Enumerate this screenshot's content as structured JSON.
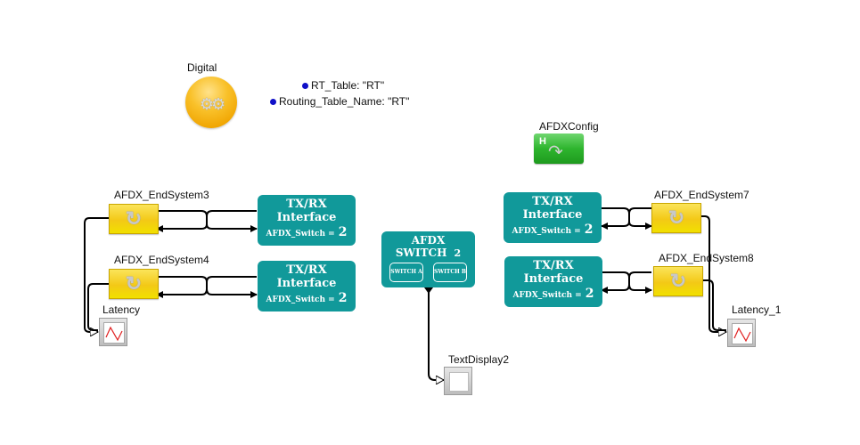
{
  "diagram": {
    "title": "AFDX network model",
    "blocks": {
      "digital": {
        "label": "Digital",
        "icon": "gears-icon"
      },
      "afdx_config": {
        "label": "AFDXConfig",
        "icon": "h-arrow-icon",
        "icon_text": "H"
      },
      "end_systems": [
        {
          "label": "AFDX_EndSystem3",
          "icon": "cycle-icon"
        },
        {
          "label": "AFDX_EndSystem4",
          "icon": "cycle-icon"
        },
        {
          "label": "AFDX_EndSystem7",
          "icon": "cycle-icon"
        },
        {
          "label": "AFDX_EndSystem8",
          "icon": "cycle-icon"
        }
      ],
      "txrx_interfaces": [
        {
          "line1": "TX/RX",
          "line2": "Interface",
          "param_label": "AFDX_Switch =",
          "param_value": "2"
        },
        {
          "line1": "TX/RX",
          "line2": "Interface",
          "param_label": "AFDX_Switch =",
          "param_value": "2"
        },
        {
          "line1": "TX/RX",
          "line2": "Interface",
          "param_label": "AFDX_Switch =",
          "param_value": "2"
        },
        {
          "line1": "TX/RX",
          "line2": "Interface",
          "param_label": "AFDX_Switch =",
          "param_value": "2"
        }
      ],
      "afdx_switch": {
        "line1": "AFDX",
        "line2": "SWITCH",
        "count": "2",
        "sub_a": "SWITCH A",
        "sub_b": "SWITCH B"
      },
      "latency_scopes": [
        {
          "label": "Latency"
        },
        {
          "label": "Latency_1"
        }
      ],
      "text_display": {
        "label": "TextDisplay2"
      }
    },
    "parameters": [
      {
        "text": "RT_Table: \"RT\""
      },
      {
        "text": "Routing_Table_Name: \"RT\""
      }
    ],
    "colors": {
      "block_teal": "#11999a",
      "end_system_yellow": "#f3c916",
      "digital_orange": "#f0a400",
      "config_green": "#2eb52e",
      "param_dot_blue": "#1010c8",
      "scope_trace_red": "#e02020"
    }
  }
}
